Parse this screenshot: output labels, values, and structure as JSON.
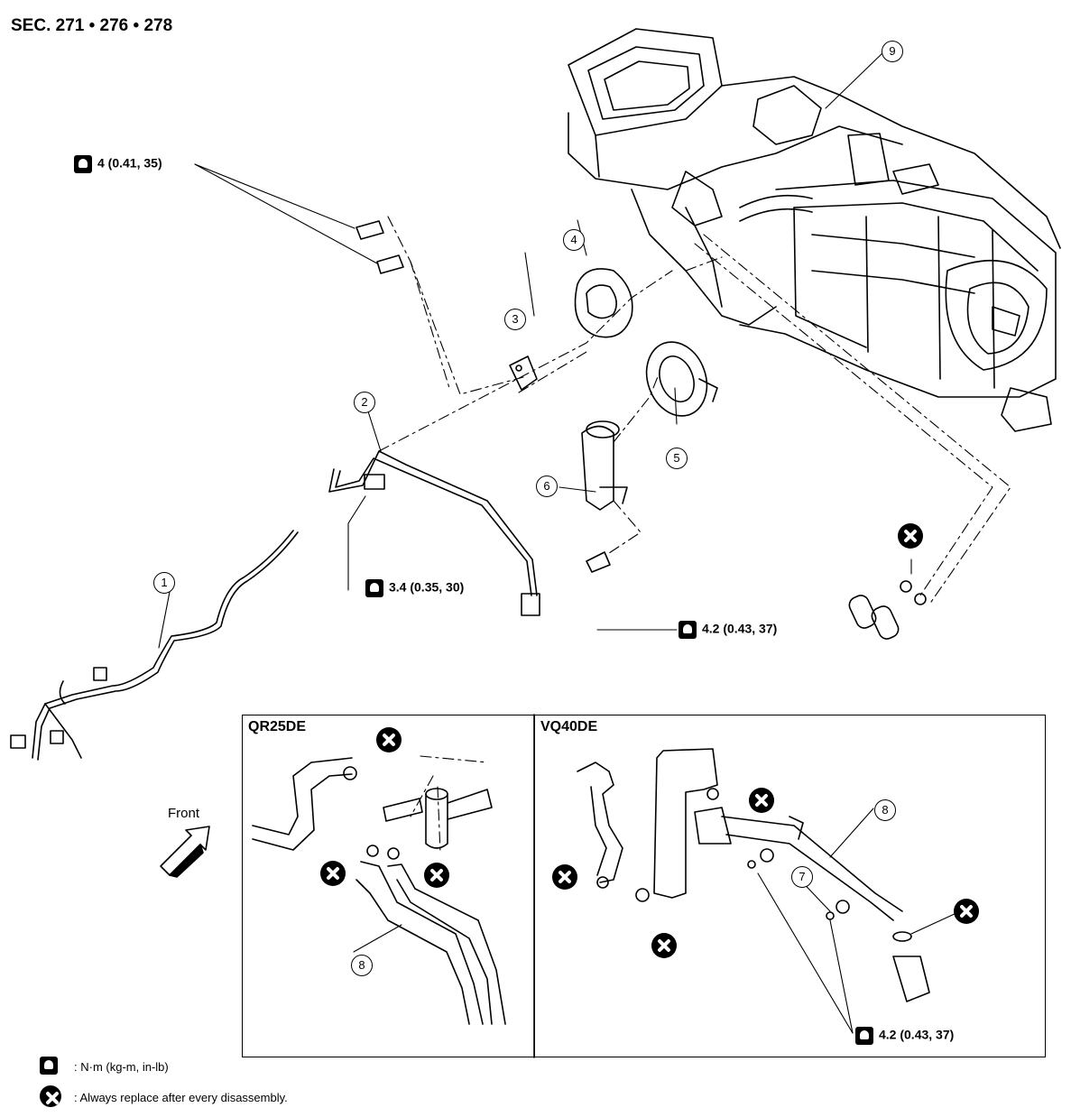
{
  "header": {
    "section": "SEC. 271 • 276 • 278"
  },
  "callouts": {
    "c1": "1",
    "c2": "2",
    "c3": "3",
    "c4": "4",
    "c5": "5",
    "c6": "6",
    "c7": "7",
    "c8a": "8",
    "c8b": "8",
    "c9": "9"
  },
  "torque": {
    "t1": "4 (0.41, 35)",
    "t2": "3.4 (0.35, 30)",
    "t3": "4.2 (0.43, 37)",
    "t4": "4.2 (0.43, 37)"
  },
  "insets": {
    "left_title": "QR25DE",
    "right_title": "VQ40DE"
  },
  "front": {
    "label": "Front"
  },
  "legend": {
    "torque_units": ": N·m (kg-m, in-lb)",
    "replace_note": ": Always replace after every disassembly."
  },
  "icons": [
    "torque-wrench-icon",
    "replace-x-icon",
    "front-arrow-icon"
  ]
}
